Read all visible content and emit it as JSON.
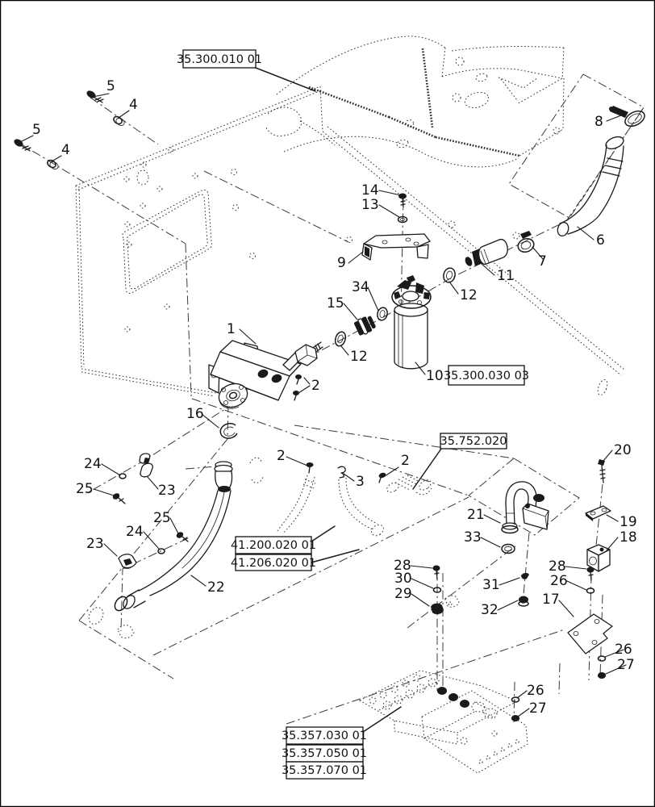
{
  "diagram": {
    "background": "#ffffff",
    "ink": "#1a1a1a",
    "phantom_ink": "#3a3a3a",
    "ref_boxes": [
      {
        "label": "35.300.010 01"
      },
      {
        "label": "35.300.030 03"
      },
      {
        "label": "35.752.020"
      },
      {
        "label": "41.200.020 01"
      },
      {
        "label": "41.206.020 01"
      },
      {
        "label": "35.357.030 01"
      },
      {
        "label": "35.357.050 01"
      },
      {
        "label": "35.357.070 01"
      }
    ],
    "callouts": [
      {
        "n": "5"
      },
      {
        "n": "4"
      },
      {
        "n": "5"
      },
      {
        "n": "4"
      },
      {
        "n": "8"
      },
      {
        "n": "14"
      },
      {
        "n": "13"
      },
      {
        "n": "9"
      },
      {
        "n": "6"
      },
      {
        "n": "7"
      },
      {
        "n": "11"
      },
      {
        "n": "12"
      },
      {
        "n": "34"
      },
      {
        "n": "15"
      },
      {
        "n": "1"
      },
      {
        "n": "12"
      },
      {
        "n": "2"
      },
      {
        "n": "10"
      },
      {
        "n": "16"
      },
      {
        "n": "2"
      },
      {
        "n": "3"
      },
      {
        "n": "2"
      },
      {
        "n": "24"
      },
      {
        "n": "25"
      },
      {
        "n": "23"
      },
      {
        "n": "25"
      },
      {
        "n": "24"
      },
      {
        "n": "23"
      },
      {
        "n": "22"
      },
      {
        "n": "21"
      },
      {
        "n": "33"
      },
      {
        "n": "20"
      },
      {
        "n": "19"
      },
      {
        "n": "18"
      },
      {
        "n": "28"
      },
      {
        "n": "26"
      },
      {
        "n": "17"
      },
      {
        "n": "28"
      },
      {
        "n": "30"
      },
      {
        "n": "29"
      },
      {
        "n": "31"
      },
      {
        "n": "32"
      },
      {
        "n": "26"
      },
      {
        "n": "27"
      },
      {
        "n": "26"
      },
      {
        "n": "27"
      }
    ]
  }
}
